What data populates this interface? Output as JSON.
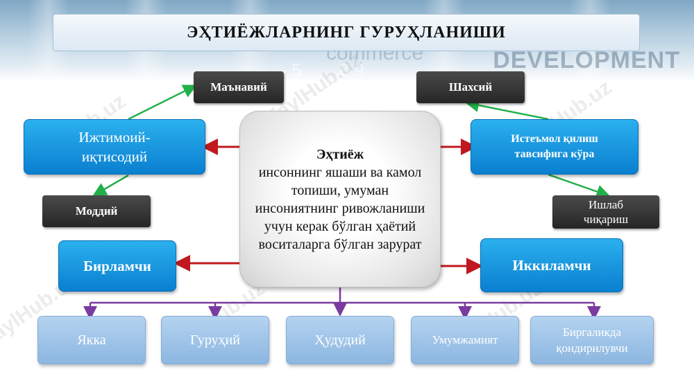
{
  "title": "ЭҲТИЁЖЛАРНИНГ ГУРУҲЛАНИШИ",
  "background_text": {
    "word_right": "DEVELOPMENT",
    "word_mid": "commerce",
    "digits": "5 . 89"
  },
  "watermark": "faylHub.uz",
  "center": {
    "heading": "Эҳтиёж",
    "body": "инсоннинг яшаши ва камол топиши, умуман инсониятнинг ривожланиши учун керак бўлган ҳаётий воситаларга бўлган зарурат"
  },
  "left": {
    "spiritual": "Маънавий",
    "socio_economic": "Ижтимоий-иқтисодий",
    "material": "Моддий",
    "primary": "Бирламчи"
  },
  "right": {
    "personal": "Шахсий",
    "consumption": "Истеъмол қилиш тавсифига кўра",
    "production": "Ишлаб чиқариш",
    "secondary": "Иккиламчи"
  },
  "bottom": [
    "Якка",
    "Гуруҳий",
    "Ҳудудий",
    "Умумжамият",
    "Биргаликда қондирилувчи"
  ],
  "colors": {
    "red_arrow": "#c0181e",
    "green_arrow": "#22b04a",
    "purple_arrow": "#7a3aa0",
    "blue_box": "#0f8ad8",
    "light_box": "#9cc2e8",
    "dark_box": "#333333"
  }
}
